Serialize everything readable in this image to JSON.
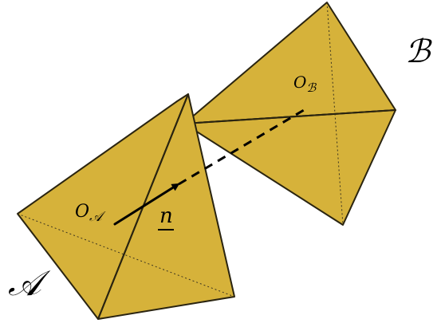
{
  "labels": {
    "body_a": "𝒜",
    "body_b": "ℬ",
    "origin_a": "O",
    "origin_a_sub": "𝒜",
    "origin_b": "O",
    "origin_b_sub": "ℬ",
    "normal": "n"
  },
  "colors": {
    "face": "#d6b23a",
    "edge": "#2a2410",
    "background": "#ffffff"
  }
}
